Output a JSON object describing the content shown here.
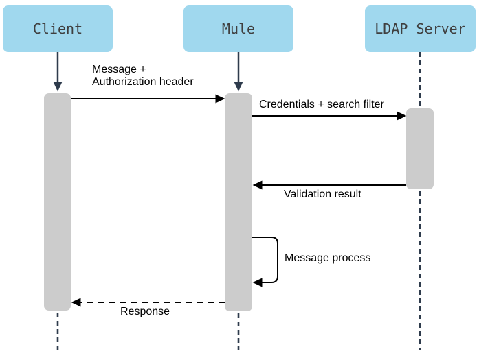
{
  "diagram": {
    "type": "uml-sequence",
    "actors": [
      {
        "id": "client",
        "label": "Client"
      },
      {
        "id": "mule",
        "label": "Mule"
      },
      {
        "id": "ldap-server",
        "label": "LDAP Server"
      }
    ],
    "messages": [
      {
        "from": "Client",
        "to": "Mule",
        "style": "solid-arrow",
        "label_lines": [
          "Message +",
          "Authorization header"
        ]
      },
      {
        "from": "Mule",
        "to": "LDAP Server",
        "style": "solid-arrow",
        "label_lines": [
          "Credentials + search filter"
        ]
      },
      {
        "from": "LDAP Server",
        "to": "Mule",
        "style": "solid-arrow",
        "label_lines": [
          "Validation result"
        ]
      },
      {
        "from": "Mule",
        "to": "Mule",
        "style": "self-loop-arrow",
        "label_lines": [
          "Message process"
        ]
      },
      {
        "from": "Mule",
        "to": "Client",
        "style": "dashed-arrow",
        "label_lines": [
          "Response"
        ]
      }
    ],
    "activations": [
      {
        "actor": "Client"
      },
      {
        "actor": "Mule"
      },
      {
        "actor": "LDAP Server"
      }
    ],
    "colors": {
      "background": "#FFFFFF",
      "actor_fill": "#A0D8EE",
      "actor_text": "#3F3F3F",
      "lifeline": "#2E3B4C",
      "activation_fill": "#CCCCCC",
      "message": "#000000"
    }
  }
}
